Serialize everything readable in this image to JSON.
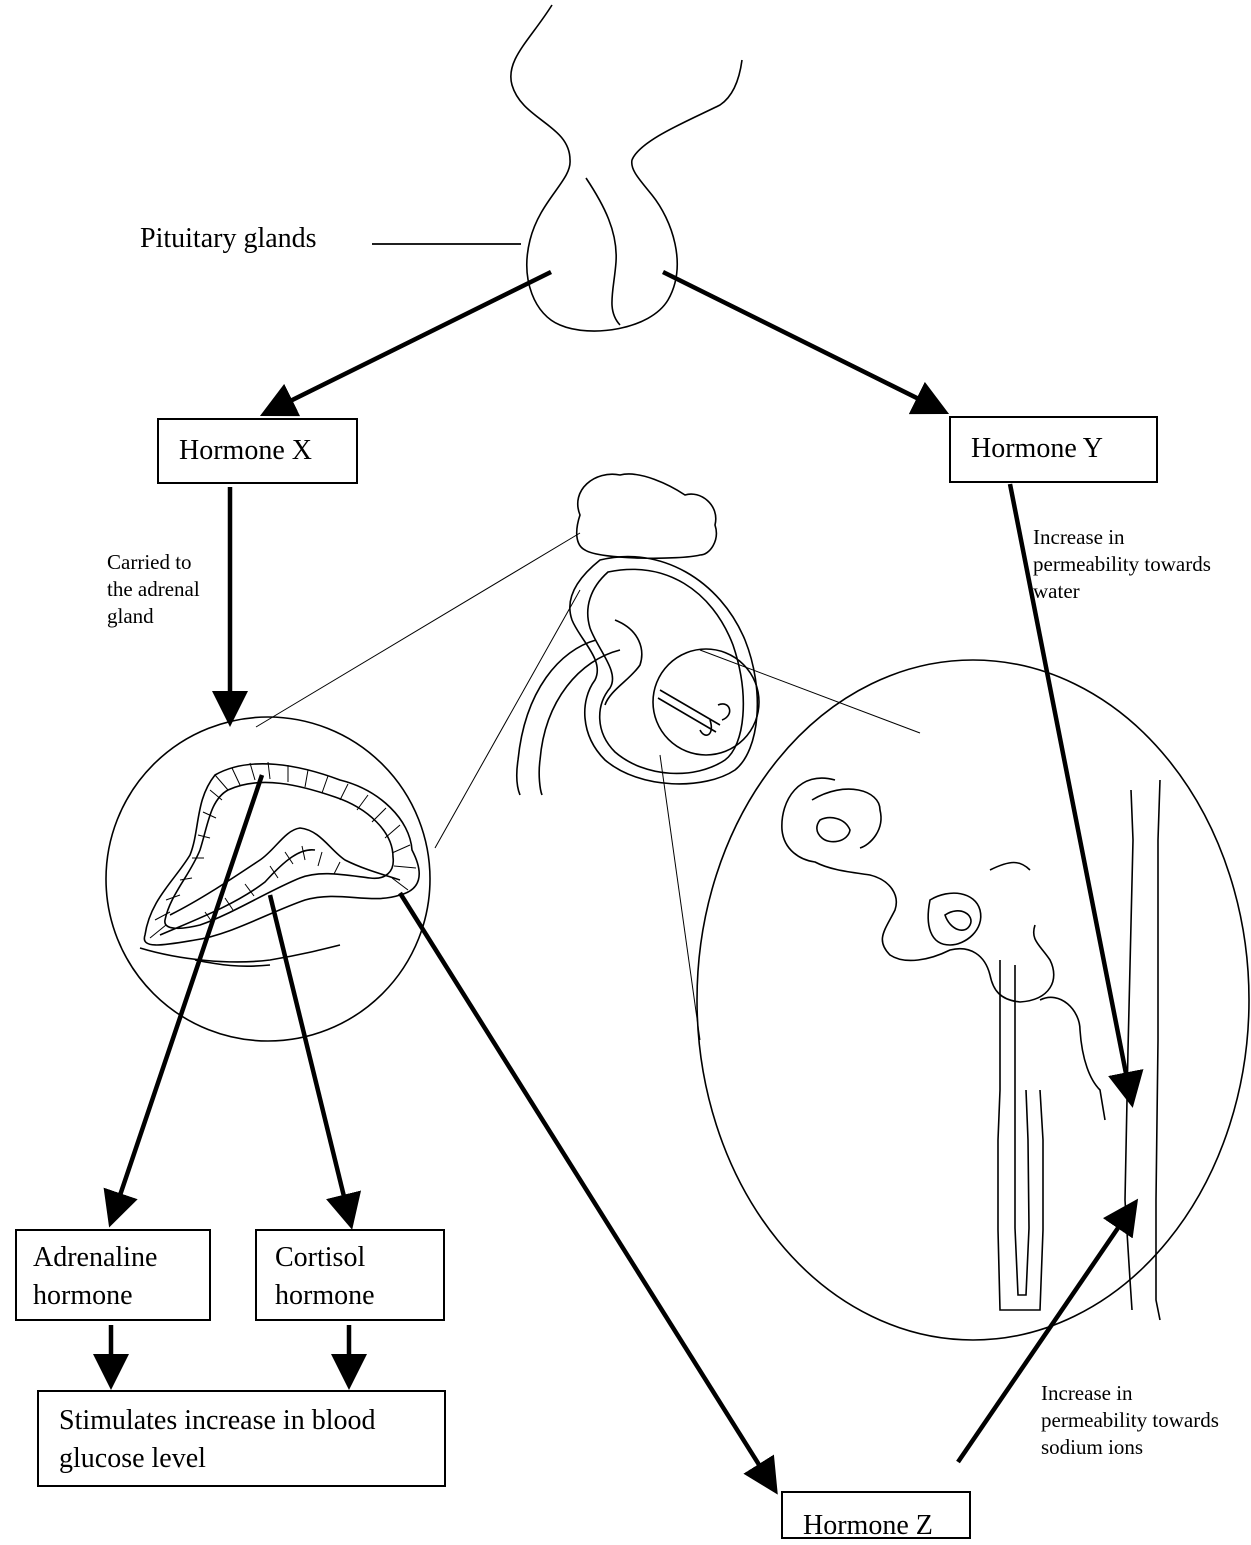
{
  "labels": {
    "pituitary": "Pituitary glands",
    "hormone_x": "Hormone X",
    "hormone_y": "Hormone Y",
    "hormone_z": "Hormone Z",
    "adrenaline": "Adrenaline hormone",
    "cortisol": "Cortisol hormone",
    "stimulates": "Stimulates increase in blood glucose level"
  },
  "notes": {
    "carried": "Carried to the adrenal gland",
    "perm_water": "Increase in permeability towards water",
    "perm_sodium": "Increase in permeability towards sodium ions"
  },
  "colors": {
    "line": "#000000",
    "background": "#ffffff"
  }
}
